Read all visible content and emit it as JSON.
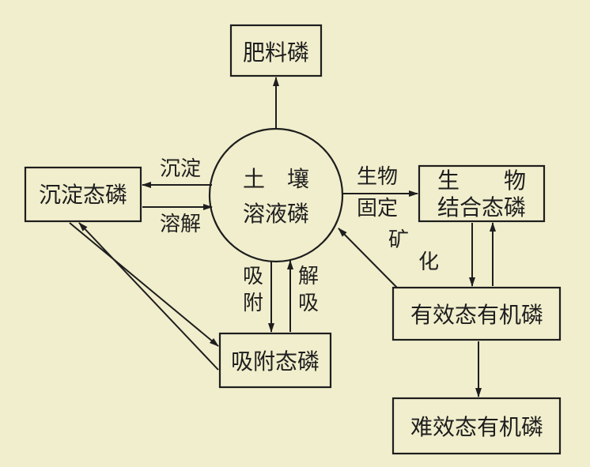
{
  "nodes": {
    "fertilizer": "肥料磷",
    "soil_solution_1": "土　壤",
    "soil_solution_2": "溶液磷",
    "precipitated": "沉淀态磷",
    "bio_bound_1": "生　　物",
    "bio_bound_2": "结合态磷",
    "adsorbed": "吸附态磷",
    "available_organic": "有效态有机磷",
    "unavailable_organic": "难效态有机磷"
  },
  "edges": {
    "precipitation": "沉淀",
    "dissolution": "溶解",
    "bio_fixation_1": "生物",
    "bio_fixation_2": "固定",
    "adsorption_1": "吸",
    "adsorption_2": "附",
    "desorption_1": "解",
    "desorption_2": "吸",
    "mineralization_1": "矿",
    "mineralization_2": "化"
  },
  "colors": {
    "background": "#f1eecd",
    "ink": "#1e1e1e"
  }
}
